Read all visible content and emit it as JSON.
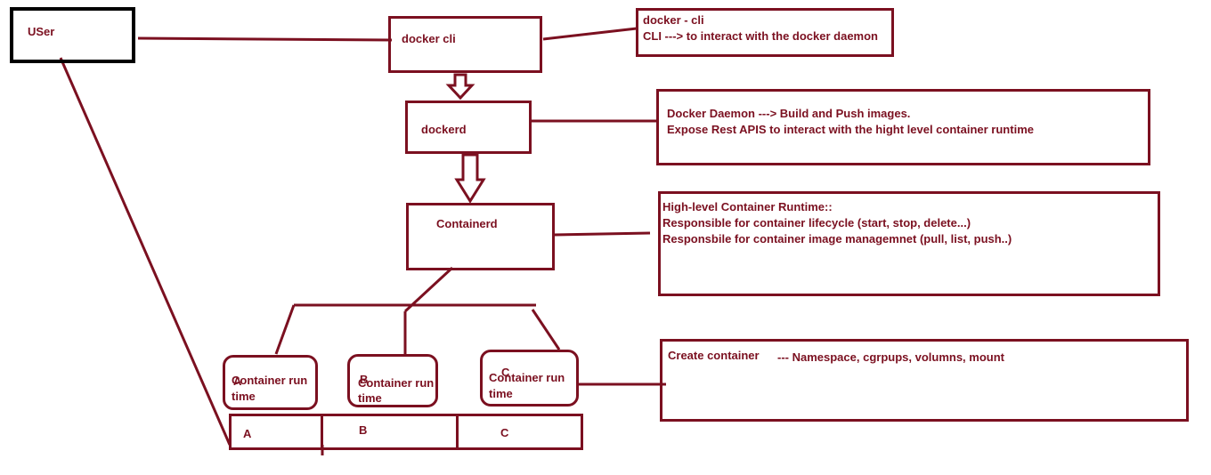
{
  "nodes": {
    "user": "USer",
    "docker_cli": "docker cli",
    "dockerd": "dockerd",
    "containerd": "Containerd",
    "runtime_a": {
      "letter": "A",
      "label1": "Container run",
      "label2": "time"
    },
    "runtime_b": {
      "letter": "B",
      "label1": "Container run",
      "label2": "time"
    },
    "runtime_c": {
      "letter": "C",
      "label1": "Container run",
      "label2": "time"
    },
    "containers": [
      "A",
      "B",
      "C"
    ]
  },
  "notes": {
    "cli": {
      "line1": "docker - cli",
      "line2": "CLI ---> to interact with the docker daemon"
    },
    "daemon": {
      "line1": "Docker Daemon ---> Build and Push images.",
      "line2": "Expose Rest APIS to interact with the hight level container runtime"
    },
    "containerd": {
      "line1": "High-level Container Runtime::",
      "line2": "Responsible for container lifecycle (start, stop, delete...)",
      "line3": "Responsbile for container image managemnet (pull, list, push..)"
    },
    "runtime": {
      "line1": "Create container",
      "line2": "--- Namespace, cgrpups, volumns, mount"
    }
  },
  "colors": {
    "ink": "#7b1020",
    "user_border": "#000000"
  }
}
